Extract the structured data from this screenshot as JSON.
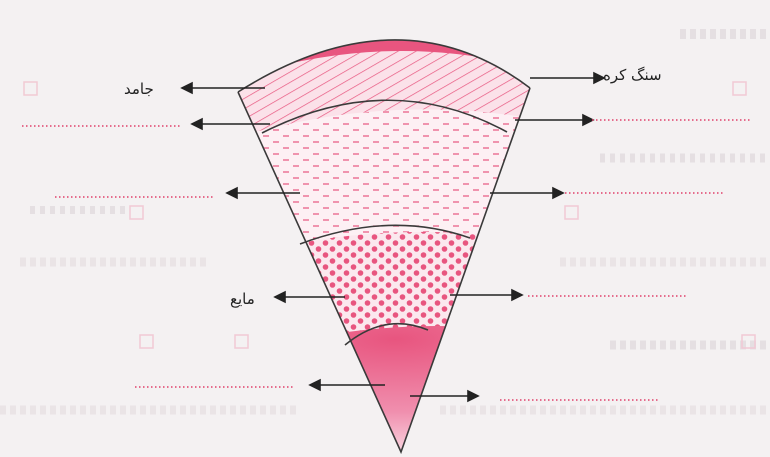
{
  "labels": {
    "solid": "جامد",
    "crust": "سنگ کره",
    "liquid": "مایع"
  },
  "colors": {
    "pink": "#e8557f",
    "light_pink": "#f7c3d2",
    "outline": "#3a3a3a",
    "dotted_line": "#e0406a",
    "faded_text": "#c9c3c6"
  }
}
